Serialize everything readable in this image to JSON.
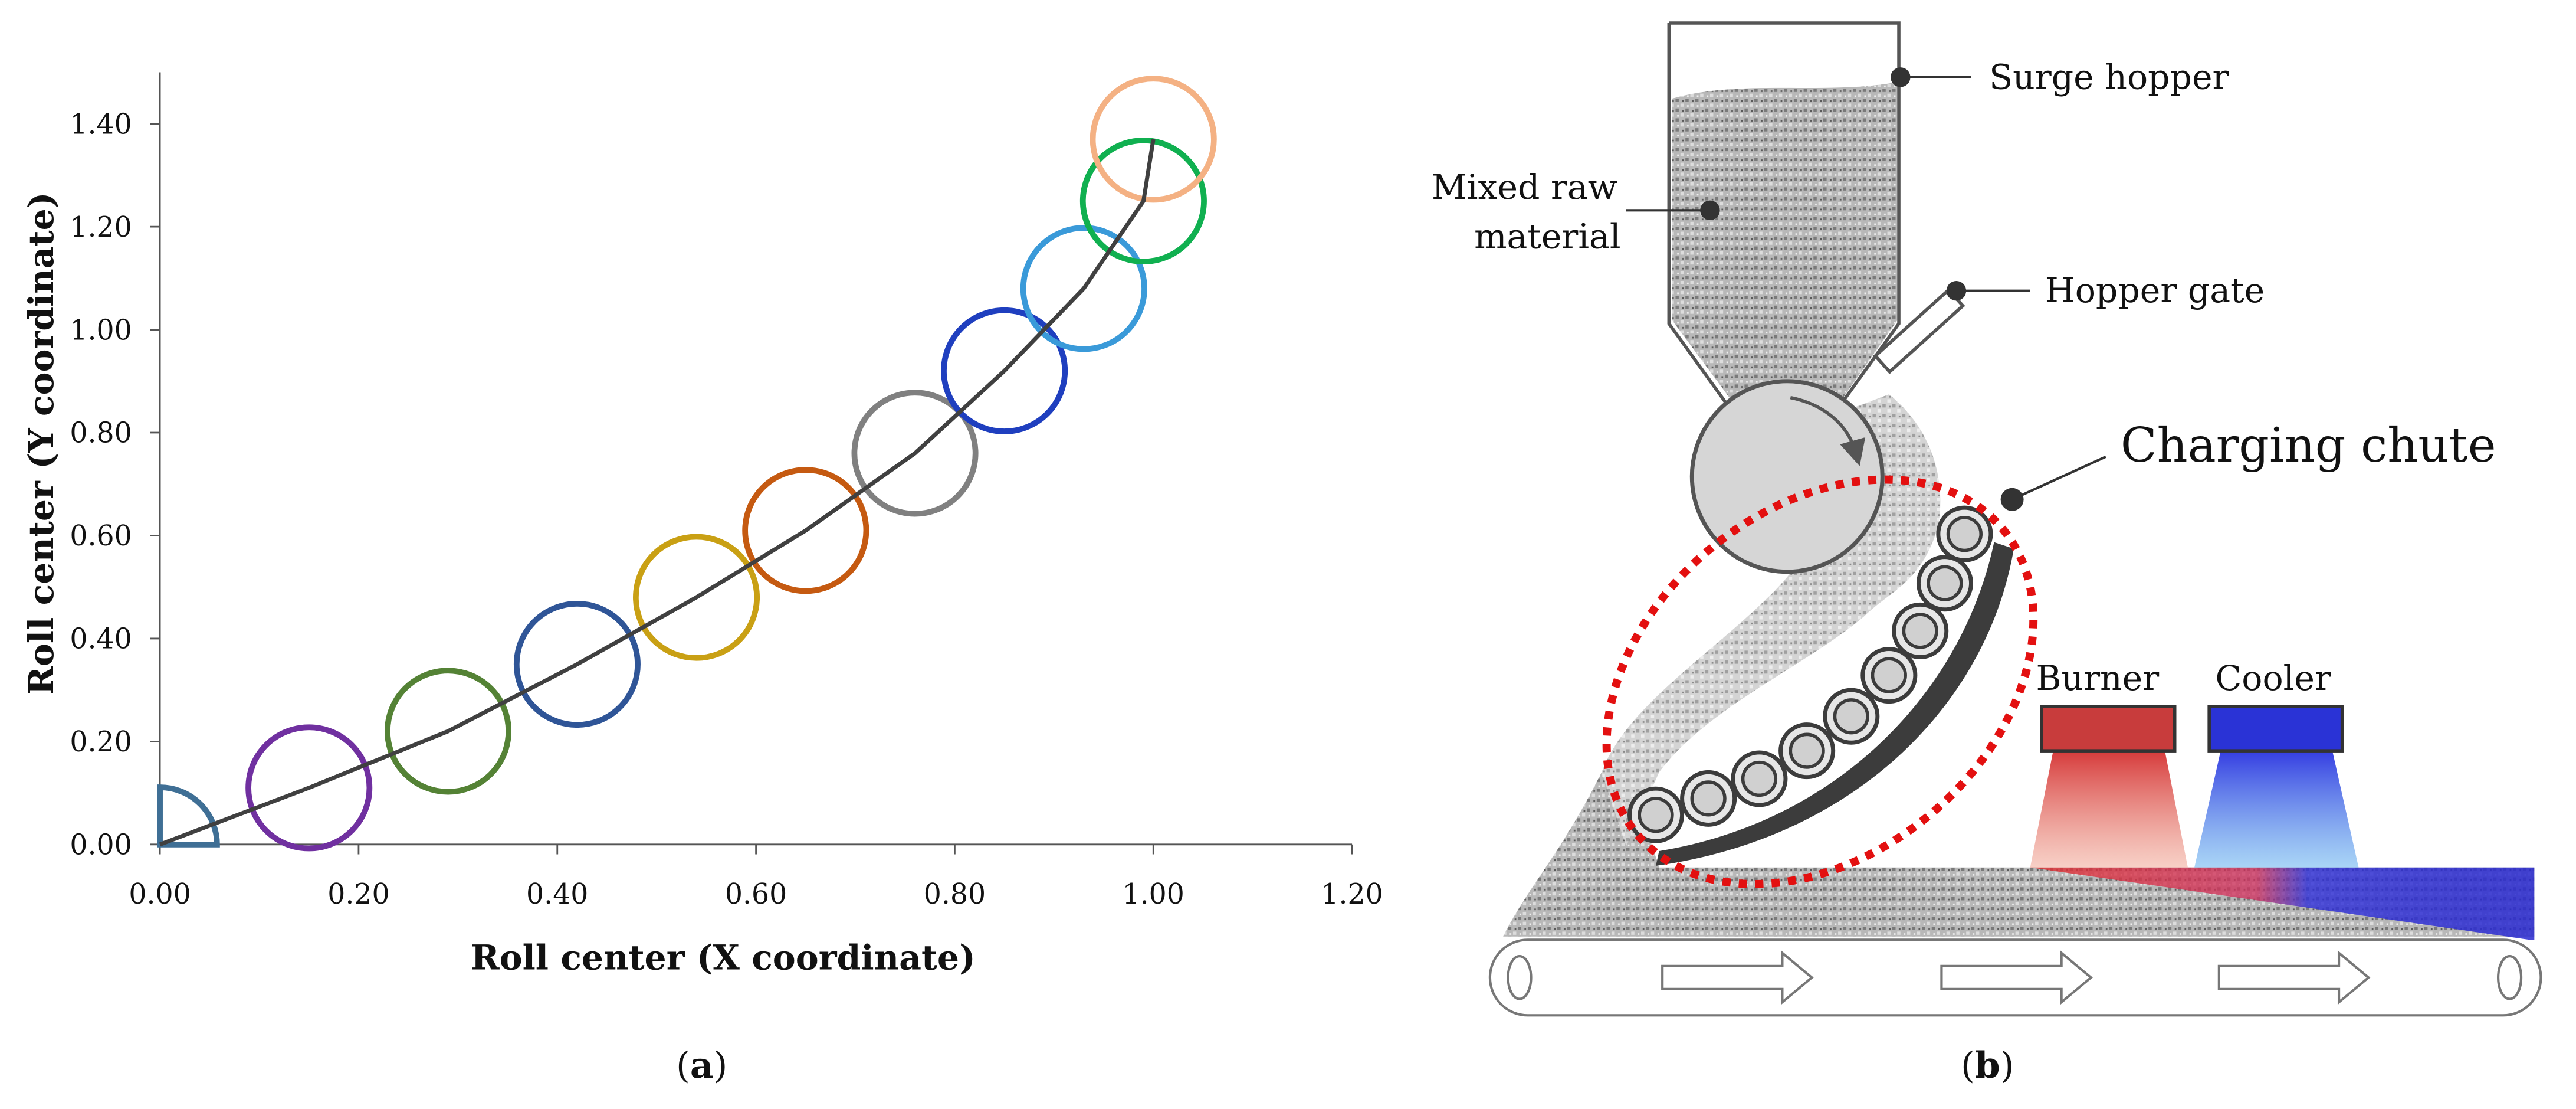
{
  "panels": {
    "a": {
      "caption": "a"
    },
    "b": {
      "caption": "b"
    }
  },
  "chart_data": {
    "type": "scatter",
    "xlabel": "Roll center (X coordinate)",
    "ylabel": "Roll center (Y coordinate)",
    "xlim": [
      0,
      1.2
    ],
    "ylim": [
      0,
      1.5
    ],
    "xticks": [
      "0.00",
      "0.20",
      "0.40",
      "0.60",
      "0.80",
      "1.00",
      "1.20"
    ],
    "yticks": [
      "0.00",
      "0.20",
      "0.40",
      "0.60",
      "0.80",
      "1.00",
      "1.20",
      "1.40"
    ],
    "grid": false,
    "trajectory": {
      "x": [
        0.0,
        0.15,
        0.29,
        0.42,
        0.54,
        0.65,
        0.76,
        0.85,
        0.93,
        0.99,
        1.0
      ],
      "y": [
        0.0,
        0.11,
        0.22,
        0.35,
        0.48,
        0.61,
        0.76,
        0.92,
        1.08,
        1.25,
        1.37
      ]
    },
    "roll_positions": [
      {
        "x": 0.0,
        "y": 0.0,
        "color": "#3f6f95",
        "quarter": true
      },
      {
        "x": 0.15,
        "y": 0.11,
        "color": "#7030a0"
      },
      {
        "x": 0.29,
        "y": 0.22,
        "color": "#548235"
      },
      {
        "x": 0.42,
        "y": 0.35,
        "color": "#2f5597"
      },
      {
        "x": 0.54,
        "y": 0.48,
        "color": "#c9a014"
      },
      {
        "x": 0.65,
        "y": 0.61,
        "color": "#c55a11"
      },
      {
        "x": 0.76,
        "y": 0.76,
        "color": "#808080"
      },
      {
        "x": 0.85,
        "y": 0.92,
        "color": "#1f3fbf"
      },
      {
        "x": 0.93,
        "y": 1.08,
        "color": "#3a9ad9"
      },
      {
        "x": 0.99,
        "y": 1.25,
        "color": "#10b050"
      },
      {
        "x": 1.0,
        "y": 1.37,
        "color": "#f4b183"
      }
    ],
    "roll_radius": 0.115
  },
  "diagram": {
    "labels": {
      "surge_hopper": "Surge hopper",
      "mixed_raw_1": "Mixed raw",
      "mixed_raw_2": "material",
      "hopper_gate": "Hopper gate",
      "charging_chute": "Charging chute",
      "burner": "Burner",
      "cooler": "Cooler"
    },
    "colors": {
      "burner": "#c83c3c",
      "cooler": "#2a33d6",
      "chute": "#3c3c3c",
      "highlight": "#e31010",
      "material": "#a8a8a8"
    }
  }
}
